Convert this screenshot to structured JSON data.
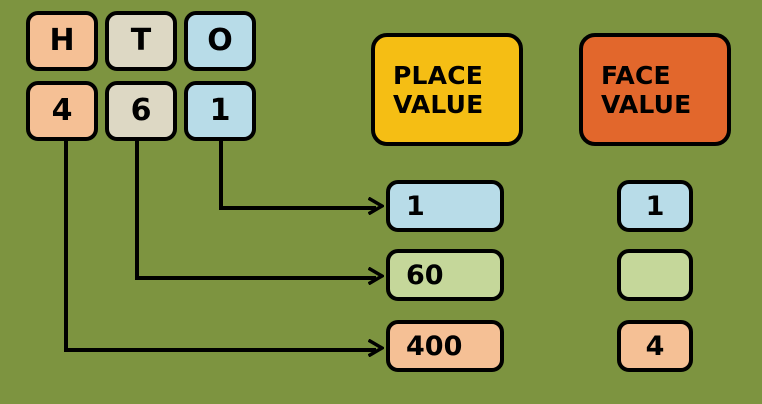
{
  "background_color": "#7d9440",
  "colors": {
    "hundreds": "#f5c095",
    "tens": "#ddd8c4",
    "ones": "#b8dce8",
    "place_value_title": "#f5be14",
    "face_value_title": "#e2672c",
    "tens_result": "#c5d79a",
    "outline": "#000000"
  },
  "place_chart": {
    "headers": [
      {
        "label": "H",
        "color_key": "hundreds"
      },
      {
        "label": "T",
        "color_key": "tens"
      },
      {
        "label": "O",
        "color_key": "ones"
      }
    ],
    "digits": [
      {
        "label": "4",
        "color_key": "hundreds"
      },
      {
        "label": "6",
        "color_key": "tens"
      },
      {
        "label": "1",
        "color_key": "ones"
      }
    ]
  },
  "place_value": {
    "title_line1": "PLACE",
    "title_line2": "VALUE",
    "values": [
      {
        "label": "1",
        "color_key": "ones"
      },
      {
        "label": "60",
        "color_key": "tens_result"
      },
      {
        "label": "400",
        "color_key": "hundreds"
      }
    ]
  },
  "face_value": {
    "title_line1": "FACE",
    "title_line2": "VALUE",
    "values": [
      {
        "label": "1",
        "color_key": "ones"
      },
      {
        "label": "",
        "color_key": "tens_result"
      },
      {
        "label": "4",
        "color_key": "hundreds"
      }
    ]
  }
}
